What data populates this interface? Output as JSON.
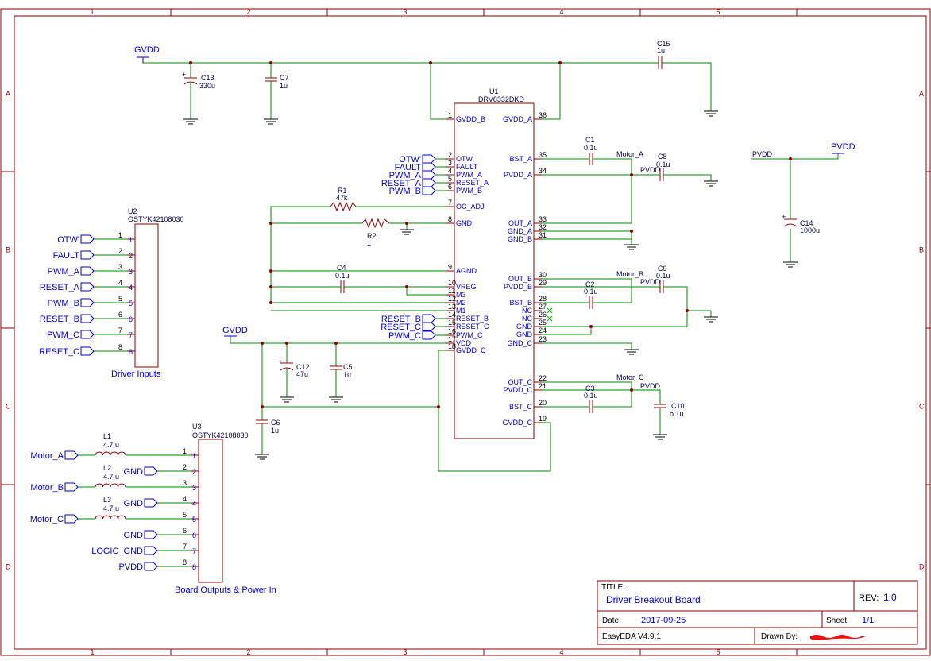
{
  "frame": {
    "columns": [
      "1",
      "2",
      "3",
      "4",
      "5"
    ],
    "rows": [
      "A",
      "B",
      "C",
      "D"
    ]
  },
  "title_block": {
    "title_label": "TITLE:",
    "title": "Driver Breakout Board",
    "rev_label": "REV:",
    "rev": "1.0",
    "date_label": "Date:",
    "date": "2017-09-25",
    "sheet_label": "Sheet:",
    "sheet": "1/1",
    "tool": "EasyEDA V4.9.1",
    "drawn_label": "Drawn By:"
  },
  "power": {
    "gvdd_top": "GVDD",
    "gvdd_mid": "GVDD",
    "pvdd_right": "PVDD",
    "pvdd_net": "PVDD"
  },
  "u1": {
    "ref": "U1",
    "part": "DRV8332DKD",
    "left_pins": [
      {
        "num": "1",
        "name": "GVDD_B"
      },
      {
        "num": "2",
        "name": "OTW"
      },
      {
        "num": "3",
        "name": "FAULT"
      },
      {
        "num": "4",
        "name": "PWM_A"
      },
      {
        "num": "5",
        "name": "RESET_A"
      },
      {
        "num": "6",
        "name": "PWM_B"
      },
      {
        "num": "7",
        "name": "OC_ADJ"
      },
      {
        "num": "8",
        "name": "GND"
      },
      {
        "num": "9",
        "name": "AGND"
      },
      {
        "num": "10",
        "name": "VREG"
      },
      {
        "num": "11",
        "name": "M3"
      },
      {
        "num": "12",
        "name": "M2"
      },
      {
        "num": "13",
        "name": "M1"
      },
      {
        "num": "14",
        "name": "RESET_B"
      },
      {
        "num": "15",
        "name": "RESET_C"
      },
      {
        "num": "16",
        "name": "PWM_C"
      },
      {
        "num": "17",
        "name": "VDD"
      },
      {
        "num": "18",
        "name": "GVDD_C"
      }
    ],
    "right_pins": [
      {
        "num": "36",
        "name": "GVDD_A"
      },
      {
        "num": "35",
        "name": "BST_A"
      },
      {
        "num": "34",
        "name": "PVDD_A"
      },
      {
        "num": "33",
        "name": "OUT_A"
      },
      {
        "num": "32",
        "name": "GND_A"
      },
      {
        "num": "31",
        "name": "GND_B"
      },
      {
        "num": "30",
        "name": "OUT_B"
      },
      {
        "num": "29",
        "name": "PVDD_B"
      },
      {
        "num": "28",
        "name": "BST_B"
      },
      {
        "num": "27",
        "name": "NC"
      },
      {
        "num": "26",
        "name": "NC"
      },
      {
        "num": "25",
        "name": "GND"
      },
      {
        "num": "24",
        "name": "GND"
      },
      {
        "num": "23",
        "name": "GND_C"
      },
      {
        "num": "22",
        "name": "OUT_C"
      },
      {
        "num": "21",
        "name": "PVDD_C"
      },
      {
        "num": "20",
        "name": "BST_C"
      },
      {
        "num": "19",
        "name": "GVDD_C"
      }
    ],
    "left_ports": [
      "OTW'",
      "FAULT",
      "PWM_A",
      "RESET_A",
      "PWM_B"
    ],
    "left_ports_lower": [
      "RESET_B",
      "RESET_C",
      "PWM_C"
    ]
  },
  "u2": {
    "ref": "U2",
    "part": "OSTYK42108030",
    "caption": "Driver Inputs",
    "pins": [
      {
        "num": "1",
        "name": "1",
        "net": "OTW'"
      },
      {
        "num": "2",
        "name": "2",
        "net": "FAULT"
      },
      {
        "num": "3",
        "name": "3",
        "net": "PWM_A"
      },
      {
        "num": "4",
        "name": "4",
        "net": "RESET_A"
      },
      {
        "num": "5",
        "name": "5",
        "net": "PWM_B"
      },
      {
        "num": "6",
        "name": "6",
        "net": "RESET_B"
      },
      {
        "num": "7",
        "name": "7",
        "net": "PWM_C"
      },
      {
        "num": "8",
        "name": "8",
        "net": "RESET_C"
      }
    ]
  },
  "u3": {
    "ref": "U3",
    "part": "OSTYK42108030",
    "caption": "Board Outputs & Power In",
    "pins": [
      {
        "num": "1",
        "name": "1"
      },
      {
        "num": "2",
        "name": "2",
        "net": "GND"
      },
      {
        "num": "3",
        "name": "3"
      },
      {
        "num": "4",
        "name": "4",
        "net": "GND"
      },
      {
        "num": "5",
        "name": "5"
      },
      {
        "num": "6",
        "name": "6",
        "net": "GND"
      },
      {
        "num": "7",
        "name": "7",
        "net": "LOGIC_GND"
      },
      {
        "num": "8",
        "name": "8",
        "net": "PVDD"
      }
    ],
    "motor_ports": [
      "Motor_A",
      "Motor_B",
      "Motor_C"
    ]
  },
  "inductors": [
    {
      "ref": "L1",
      "value": "4.7 u"
    },
    {
      "ref": "L2",
      "value": "4.7 u"
    },
    {
      "ref": "L3",
      "value": "4.7 u"
    }
  ],
  "resistors": [
    {
      "ref": "R1",
      "value": "47k"
    },
    {
      "ref": "R2",
      "value": "1"
    }
  ],
  "capacitors": {
    "c1": {
      "ref": "C1",
      "value": "0.1u"
    },
    "c2": {
      "ref": "C2",
      "value": "0.1u"
    },
    "c3": {
      "ref": "C3",
      "value": "0.1u"
    },
    "c4": {
      "ref": "C4",
      "value": "0.1u"
    },
    "c5": {
      "ref": "C5",
      "value": "1u"
    },
    "c6": {
      "ref": "C6",
      "value": "1u"
    },
    "c7": {
      "ref": "C7",
      "value": "1u"
    },
    "c8": {
      "ref": "C8",
      "value": "0.1u"
    },
    "c9": {
      "ref": "C9",
      "value": "0.1u"
    },
    "c10": {
      "ref": "C10",
      "value": "o.1u"
    },
    "c12": {
      "ref": "C12",
      "value": "47u"
    },
    "c13": {
      "ref": "C13",
      "value": "330u"
    },
    "c14": {
      "ref": "C14",
      "value": "1000u"
    },
    "c15": {
      "ref": "C15",
      "value": "1u"
    }
  },
  "net_labels": {
    "motor_a": "Motor_A",
    "motor_b": "Motor_B",
    "motor_c": "Motor_C",
    "pvdd_a": "PVDD",
    "pvdd_b": "PVDD",
    "pvdd_c": "PVDD"
  }
}
